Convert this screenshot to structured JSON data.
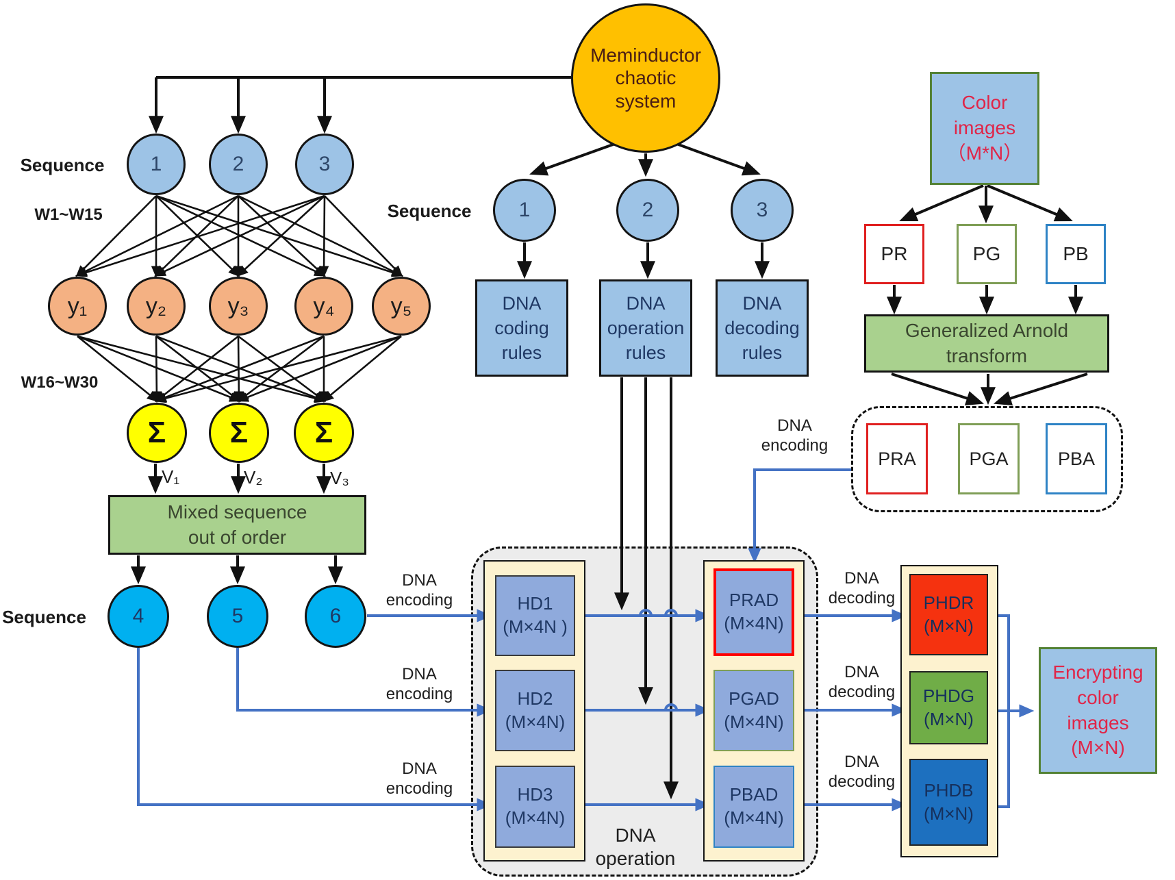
{
  "left": {
    "sequence_label_top": "Sequence",
    "sequence_label_bottom": "Sequence",
    "w_top": "W1~W15",
    "w_bottom": "W16~W30",
    "seq_top": [
      "1",
      "2",
      "3"
    ],
    "y_nodes": [
      "y₁",
      "y₂",
      "y₃",
      "y₄",
      "y₅"
    ],
    "sigma": "Σ",
    "v_labels": [
      "V₁",
      "V₂",
      "V₃"
    ],
    "mixed_box": [
      "Mixed sequence",
      "out of order"
    ],
    "seq_bottom": [
      "4",
      "5",
      "6"
    ]
  },
  "center": {
    "meminductor": [
      "Meminductor",
      "chaotic",
      "system"
    ],
    "sequence_label_mid": "Sequence",
    "seq_mid": [
      "1",
      "2",
      "3"
    ],
    "coding_box": [
      "DNA",
      "coding",
      "rules"
    ],
    "operation_box": [
      "DNA",
      "operation",
      "rules"
    ],
    "decoding_box": [
      "DNA",
      "decoding",
      "rules"
    ],
    "dna_encoding": [
      "DNA",
      "encoding"
    ],
    "dna_decoding": [
      "DNA",
      "decoding"
    ],
    "dna_operation_label": [
      "DNA",
      "operation"
    ],
    "hd_boxes": [
      [
        "HD1",
        "(M×4N )"
      ],
      [
        "HD2",
        "(M×4N)"
      ],
      [
        "HD3",
        "(M×4N)"
      ]
    ],
    "ad_boxes": [
      [
        "PRAD",
        "(M×4N)"
      ],
      [
        "PGAD",
        "(M×4N)"
      ],
      [
        "PBAD",
        "(M×4N)"
      ]
    ]
  },
  "right": {
    "color_images": [
      "Color",
      "images",
      "（M*N）"
    ],
    "channels": [
      "PR",
      "PG",
      "PB"
    ],
    "arnold": [
      "Generalized Arnold",
      "transform"
    ],
    "encoded": [
      "PRA",
      "PGA",
      "PBA"
    ],
    "phd_boxes": [
      [
        "PHDR",
        "(M×N)"
      ],
      [
        "PHDG",
        "(M×N)"
      ],
      [
        "PHDB",
        "(M×N)"
      ]
    ],
    "encrypting": [
      "Encrypting",
      "color",
      "images",
      "(M×N)"
    ]
  },
  "colors": {
    "node_blue": "#9dc3e6",
    "node_orange": "#f4b183",
    "node_yellow": "#ffff00",
    "node_cyan": "#00b0f0",
    "meminductor_orange": "#ffc000",
    "green_box": "#a9d18e",
    "cream_panel": "#fdf2cf",
    "hd_fill": "#8faadc",
    "phdr_red": "#f5320f",
    "phdg_green": "#70ad47",
    "phdb_blue": "#1d70bf",
    "connector_blue": "#4472c4",
    "red_text": "#e02548",
    "navy_text": "#1f3864"
  }
}
